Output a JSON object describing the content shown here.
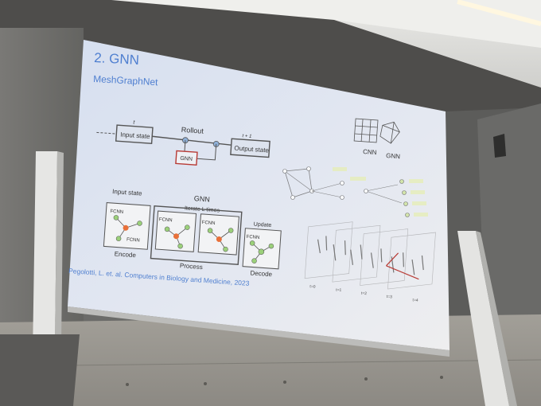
{
  "slide": {
    "title": "2. GNN",
    "subtitle": "MeshGraphNet",
    "rollout": {
      "title": "Rollout",
      "input_state": "Input state",
      "output_state": "Output state",
      "gnn_box": "GNN",
      "t_label": "t",
      "t_next_label": "t + 1"
    },
    "grid_labels": {
      "cnn": "CNN",
      "gnn": "GNN"
    },
    "pipeline": {
      "input_state": "Input state",
      "gnn_title": "GNN",
      "iterate": "Iterate L times",
      "update": "Update",
      "encode": "Encode",
      "process": "Process",
      "decode": "Decode",
      "fcnn": "FCNN"
    },
    "citation": "Pegolotti, L. et. al. Computers in Biology and Medicine, 2023",
    "time_labels": [
      "t=0",
      "t=1",
      "t=2",
      "t=3",
      "t=4"
    ]
  },
  "colors": {
    "slide_bg": "#dfe5f0",
    "accent_blue": "#4f7fd0",
    "node_green": "#9bd07a",
    "node_orange": "#e8703a",
    "box_red": "#b83a34"
  }
}
